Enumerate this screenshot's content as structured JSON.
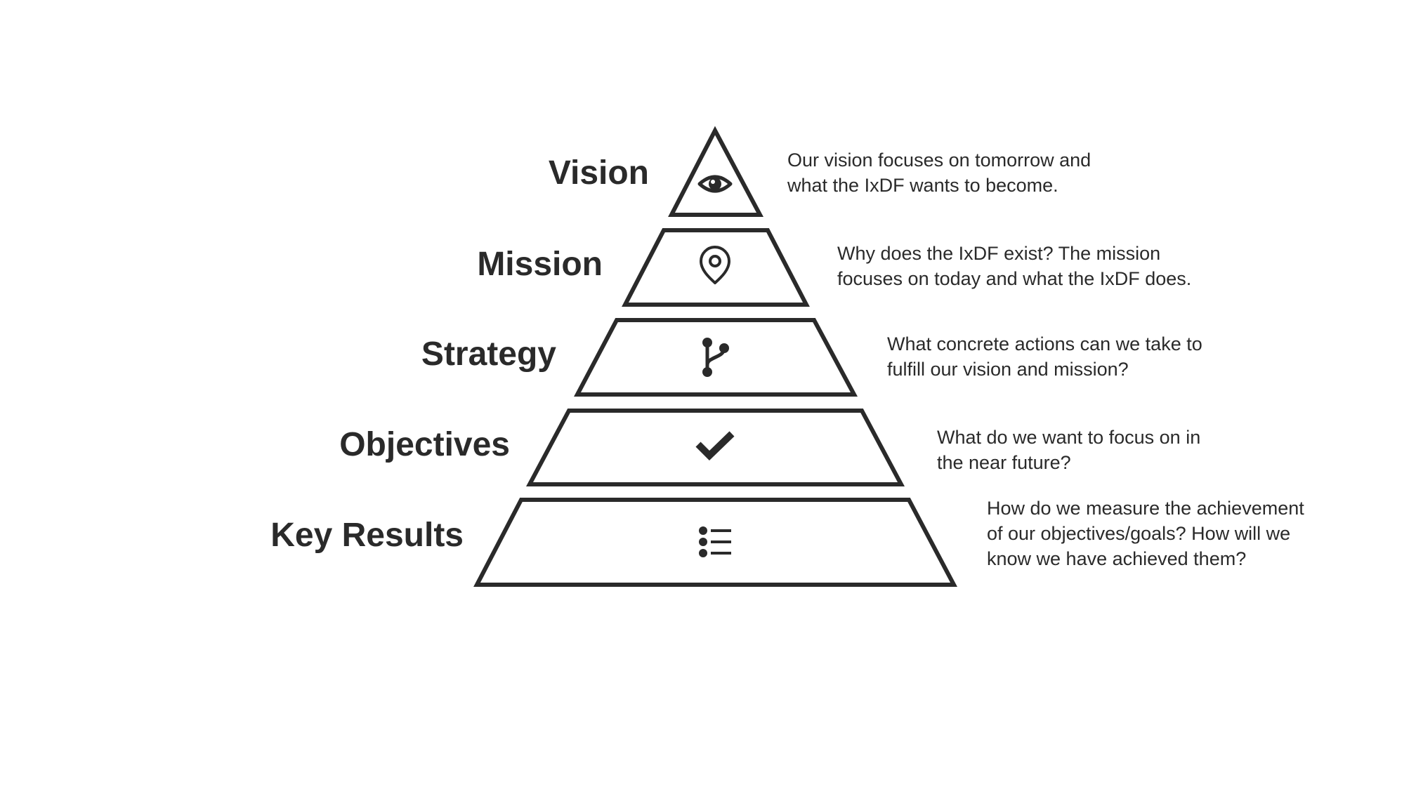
{
  "levels": [
    {
      "key": "vision",
      "label": "Vision",
      "icon": "eye-icon",
      "description": [
        "Our vision focuses on tomorrow and",
        "what the IxDF wants to become."
      ]
    },
    {
      "key": "mission",
      "label": "Mission",
      "icon": "location-pin-icon",
      "description": [
        "Why does the IxDF exist? The mission",
        "focuses on today and what the IxDF does."
      ]
    },
    {
      "key": "strategy",
      "label": "Strategy",
      "icon": "branch-icon",
      "description": [
        "What concrete actions can we take to",
        "fulfill our vision and mission?"
      ]
    },
    {
      "key": "objectives",
      "label": "Objectives",
      "icon": "checkmark-icon",
      "description": [
        "What do we want to focus on in",
        "the near future?"
      ]
    },
    {
      "key": "key-results",
      "label": "Key Results",
      "icon": "list-icon",
      "description": [
        "How do we measure the achievement",
        "of our objectives/goals? How will we",
        "know we have achieved them?"
      ]
    }
  ],
  "colors": {
    "ink": "#2a2a2a",
    "background": "#ffffff"
  }
}
